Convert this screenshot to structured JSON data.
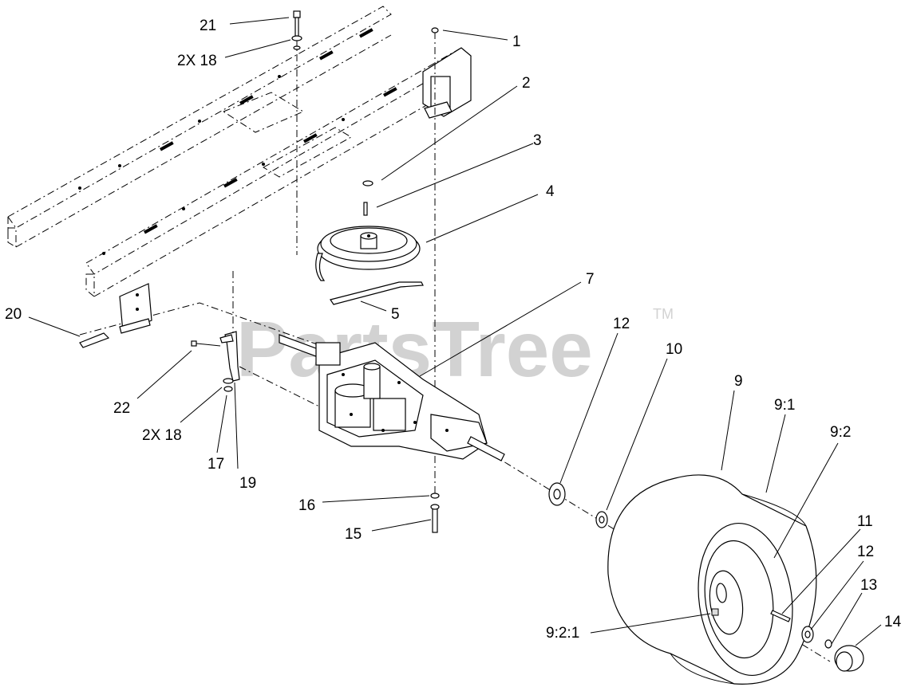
{
  "watermark": {
    "text": "PartsTree",
    "trademark": "TM"
  },
  "callouts": [
    {
      "id": "c1",
      "text": "1"
    },
    {
      "id": "c2",
      "text": "2"
    },
    {
      "id": "c3",
      "text": "3"
    },
    {
      "id": "c4",
      "text": "4"
    },
    {
      "id": "c5",
      "text": "5"
    },
    {
      "id": "c7",
      "text": "7"
    },
    {
      "id": "c9",
      "text": "9"
    },
    {
      "id": "c9-1",
      "text": "9:1"
    },
    {
      "id": "c9-2",
      "text": "9:2"
    },
    {
      "id": "c9-2-1",
      "text": "9:2:1"
    },
    {
      "id": "c10",
      "text": "10"
    },
    {
      "id": "c11",
      "text": "11"
    },
    {
      "id": "c12a",
      "text": "12"
    },
    {
      "id": "c12b",
      "text": "12"
    },
    {
      "id": "c13",
      "text": "13"
    },
    {
      "id": "c14",
      "text": "14"
    },
    {
      "id": "c15",
      "text": "15"
    },
    {
      "id": "c16",
      "text": "16"
    },
    {
      "id": "c17",
      "text": "17"
    },
    {
      "id": "c18a",
      "text": "2X 18"
    },
    {
      "id": "c18b",
      "text": "2X 18"
    },
    {
      "id": "c19",
      "text": "19"
    },
    {
      "id": "c20",
      "text": "20"
    },
    {
      "id": "c21",
      "text": "21"
    },
    {
      "id": "c22",
      "text": "22"
    }
  ]
}
